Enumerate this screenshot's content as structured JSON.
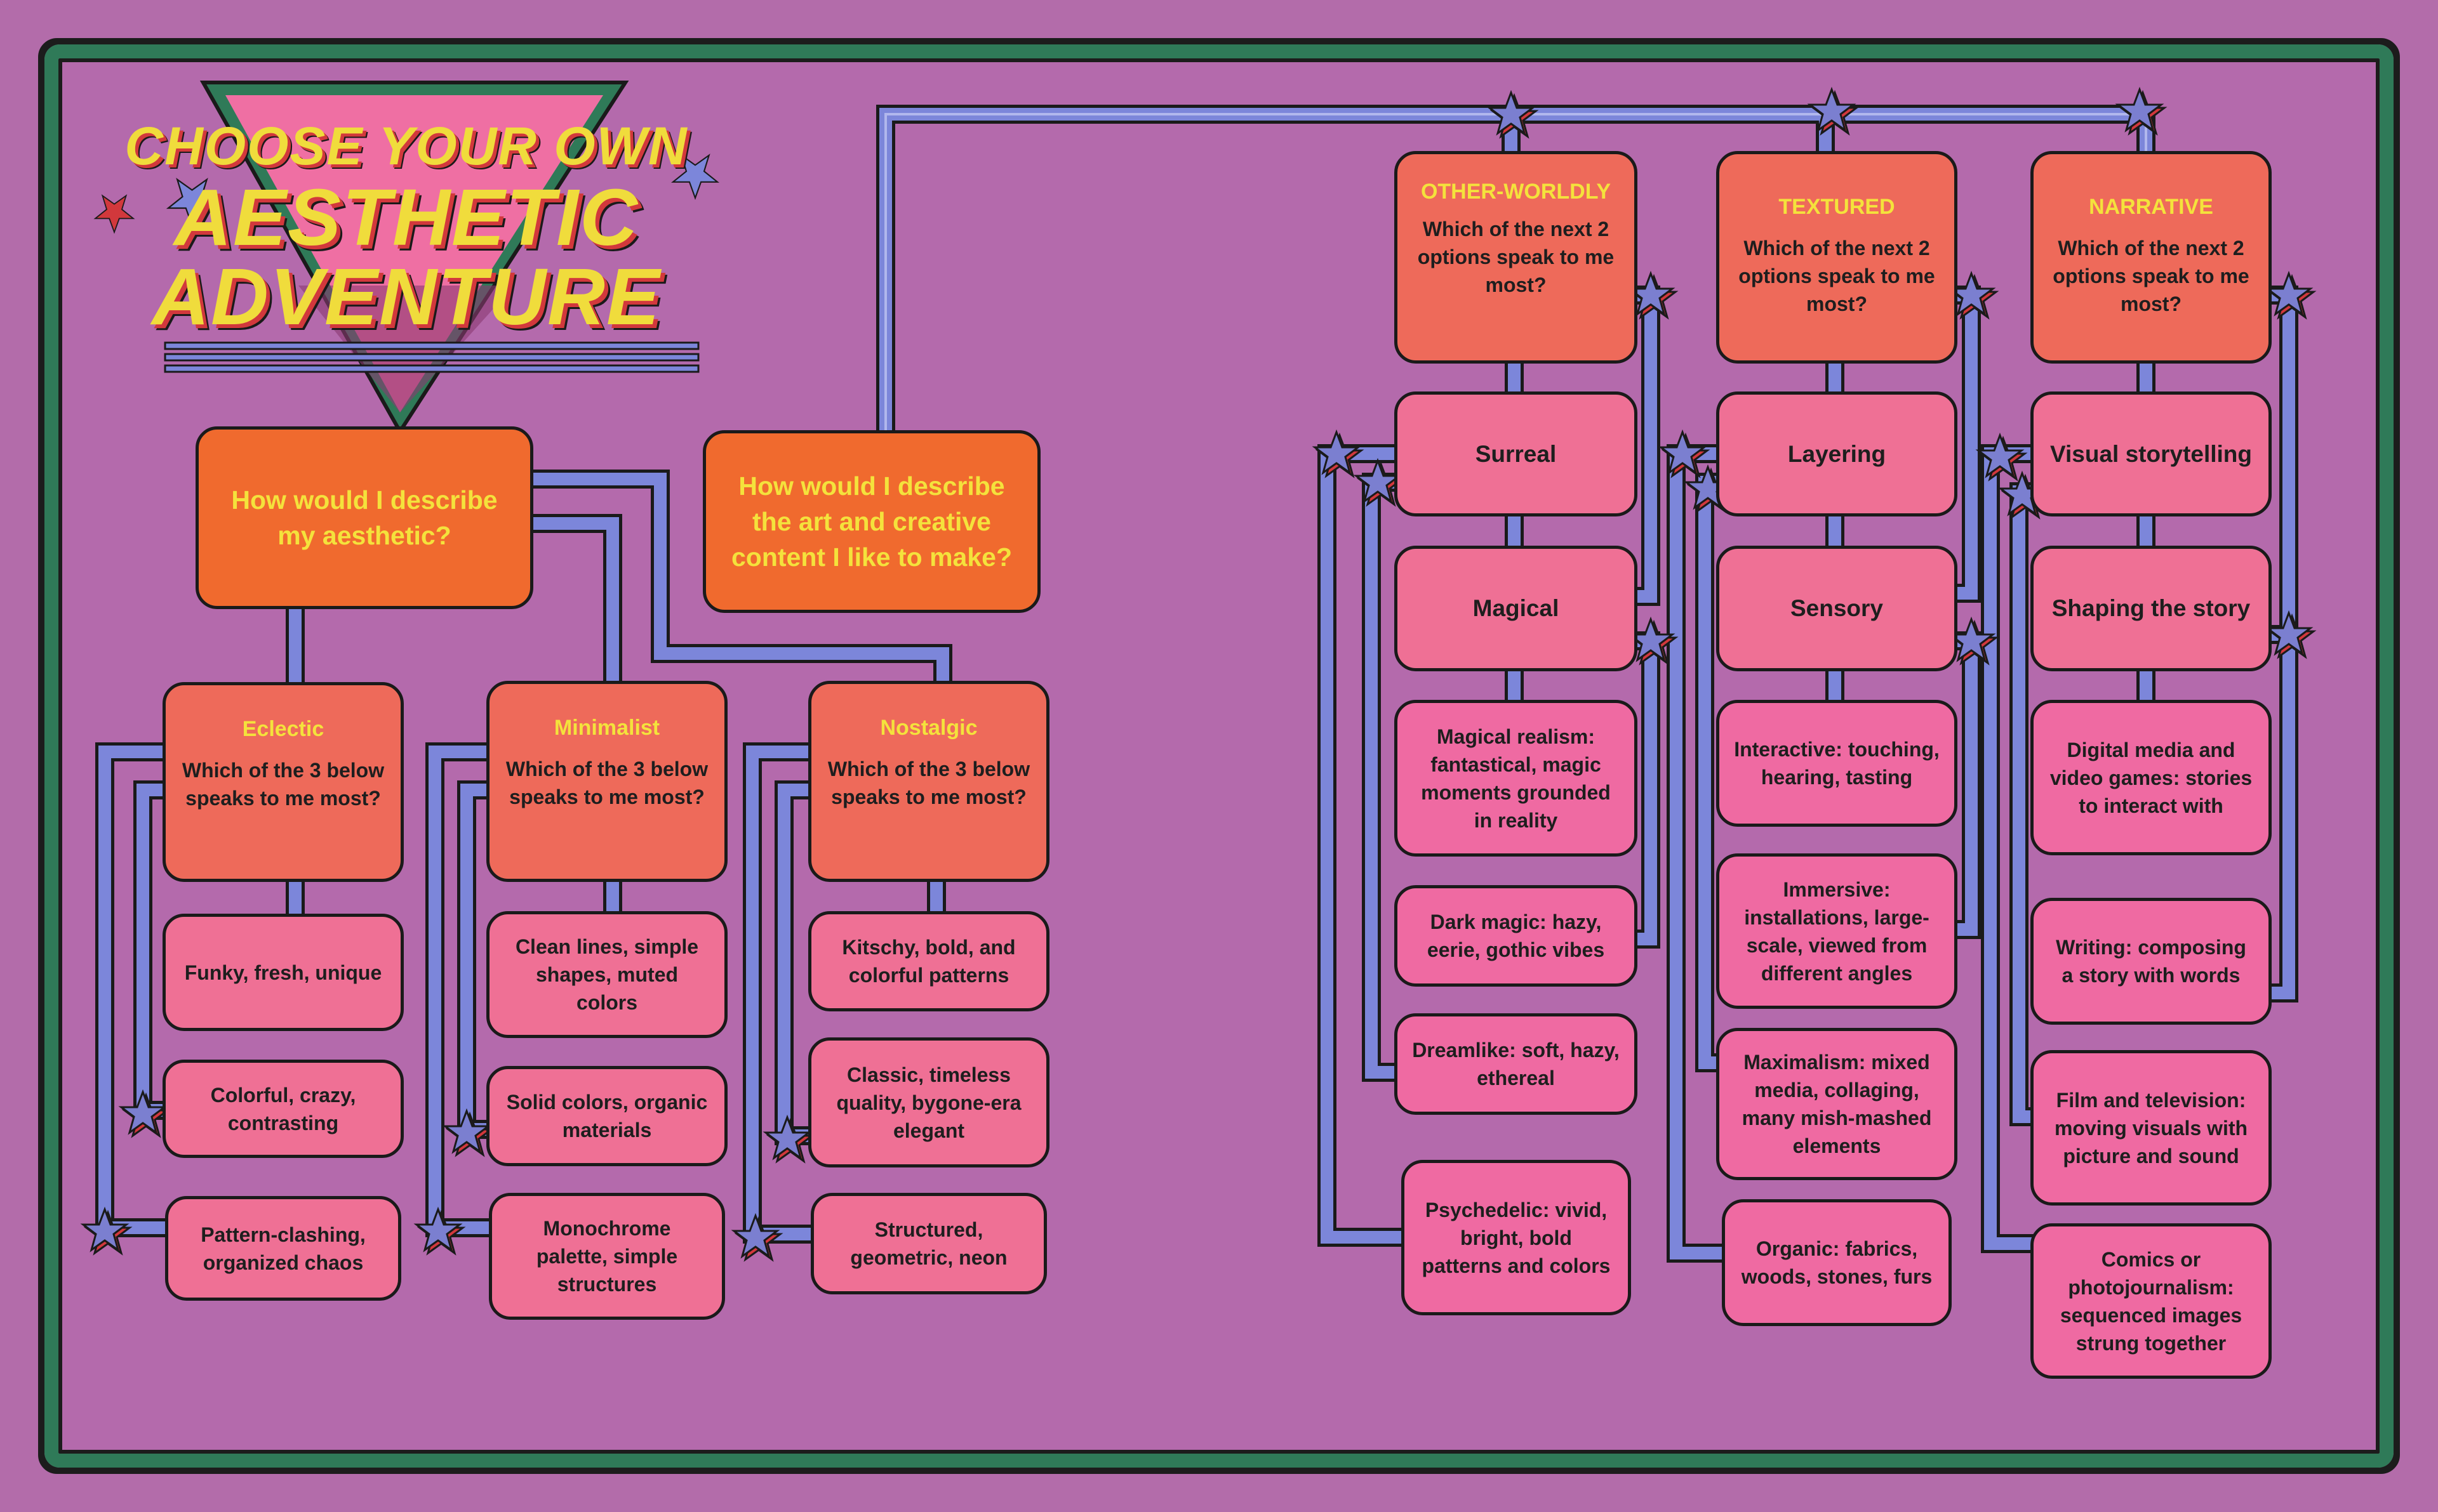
{
  "title": {
    "line1": "CHOOSE YOUR OWN",
    "line2": "AESTHETIC",
    "line3": "ADVENTURE"
  },
  "colors": {
    "background": "#b46aac",
    "frame": "#2f7a58",
    "pipe": "#7a84d8",
    "main_question": "#f06a2e",
    "header_box": "#ee6a5a",
    "option_box": "#ef7095",
    "answer_box": "#ef6aa2",
    "heading_text": "#f4e23c"
  },
  "questions": {
    "q1": "How would I describe my aesthetic?",
    "q2": "How would I describe the art and creative content I like to make?"
  },
  "left": {
    "eclectic": {
      "heading": "Eclectic",
      "prompt": "Which of the 3 below speaks to me most?",
      "options": [
        "Funky, fresh, unique",
        "Colorful, crazy, contrasting",
        "Pattern-clashing, organized chaos"
      ]
    },
    "minimalist": {
      "heading": "Minimalist",
      "prompt": "Which of the 3 below speaks to me most?",
      "options": [
        "Clean lines, simple shapes, muted colors",
        "Solid colors, organic materials",
        "Monochrome palette, simple structures"
      ]
    },
    "nostalgic": {
      "heading": "Nostalgic",
      "prompt": "Which of the 3 below speaks to me most?",
      "options": [
        "Kitschy, bold, and colorful patterns",
        "Classic, timeless quality, bygone-era elegant",
        "Structured, geometric, neon"
      ]
    }
  },
  "right": {
    "otherworldly": {
      "heading": "OTHER-WORLDLY",
      "prompt": "Which of the next 2 options speak to me most?",
      "options": [
        "Surreal",
        "Magical"
      ],
      "answers": [
        "Magical realism: fantastical, magic moments grounded in reality",
        "Dark magic: hazy, eerie, gothic vibes",
        "Dreamlike: soft, hazy, ethereal",
        "Psychedelic: vivid, bright, bold patterns and colors"
      ]
    },
    "textured": {
      "heading": "TEXTURED",
      "prompt": "Which of the next 2 options speak to me most?",
      "options": [
        "Layering",
        "Sensory"
      ],
      "answers": [
        "Interactive: touching, hearing, tasting",
        "Immersive: installations, large-scale, viewed from different angles",
        "Maximalism: mixed media, collaging, many mish-mashed elements",
        "Organic: fabrics, woods, stones, furs"
      ]
    },
    "narrative": {
      "heading": "NARRATIVE",
      "prompt": "Which of the next 2 options speak to me most?",
      "options": [
        "Visual storytelling",
        "Shaping the story"
      ],
      "answers": [
        "Digital media and video games: stories to interact with",
        "Writing: composing a story with words",
        "Film and television: moving visuals with picture and sound",
        "Comics or photojournalism: sequenced images strung together"
      ]
    }
  }
}
